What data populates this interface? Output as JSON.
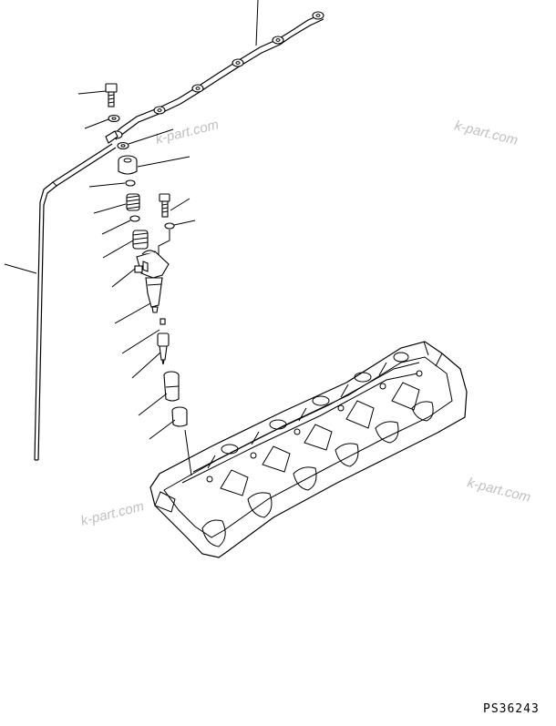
{
  "drawing": {
    "code": "PS36243",
    "watermarks": [
      "k-part.com",
      "k-part.com",
      "k-part.com",
      "k-part.com"
    ]
  }
}
